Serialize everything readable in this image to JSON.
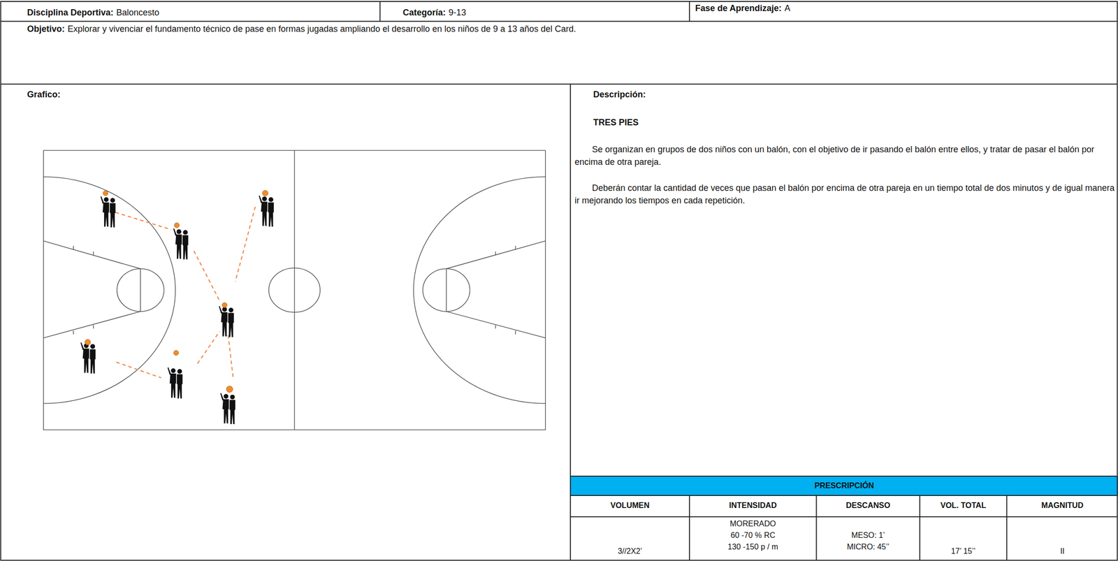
{
  "diagram": {
    "labels": [
      "Disciplina Deportiva:",
      "Baloncesto",
      "Categoría:",
      "9-13",
      "Fase de Aprendizaje:",
      "A",
      "Objetivo:",
      "Explorar y vivenciar el fundamento técnico de pase en formas jugadas ampliando el desarrollo en los niños de 9 a 13 años del Card.",
      "Grafico:",
      "Descripción:",
      "TRES PIES",
      "Se organizan en grupos de dos niños con un balón, con el objetivo de ir pasando el balón entre ellos, y tratar de pasar el balón por encima de otra pareja.",
      "Deberán contar la cantidad de veces que pasan el balón por encima de otra pareja en un tiempo total de dos minutos y de igual manera ir mejorando los tiempos en cada repetición.",
      "PRESCRIPCIÓN",
      "VOLUMEN",
      "INTENSIDAD",
      "DESCANSO",
      "VOL. TOTAL",
      "MAGNITUD",
      "3//2X2’",
      "MORERADO",
      "60 -70 % RC",
      "130 -150 p / m",
      "MESO: 1’",
      "MICRO: 45’’",
      "17’ 15’’",
      "II"
    ]
  }
}
